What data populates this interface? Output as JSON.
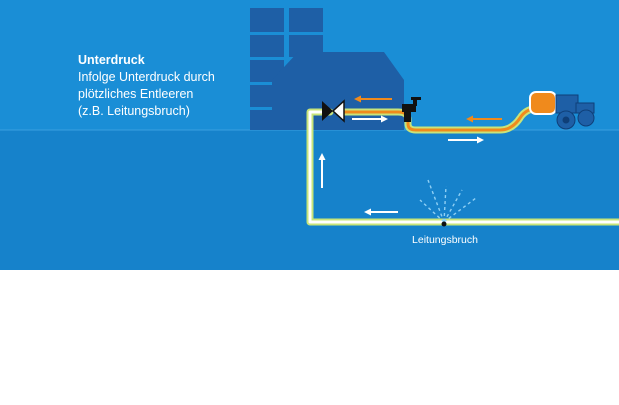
{
  "panel": {
    "heading": "Unterdruck",
    "description_lines": [
      "Infolge Unterdruck durch",
      "plötzliches Entleeren",
      "(z.B. Leitungsbruch)"
    ],
    "break_label": "Leitungsbruch"
  },
  "colors": {
    "background": "#1a8ed6",
    "ground": "#1682cb",
    "building": "#1e5fa6",
    "pipe_outer": "#c8e47a",
    "pipe_inner": "#ffffff",
    "flow_backflow": "#f08a1c",
    "flow_normal": "#ffffff",
    "tank": "#f08a1c",
    "tractor": "#1e5fa6"
  },
  "icons": [
    "valve-icon",
    "tap-icon",
    "tractor-icon",
    "tank-icon",
    "water-spray-icon",
    "flow-arrow-icon"
  ]
}
